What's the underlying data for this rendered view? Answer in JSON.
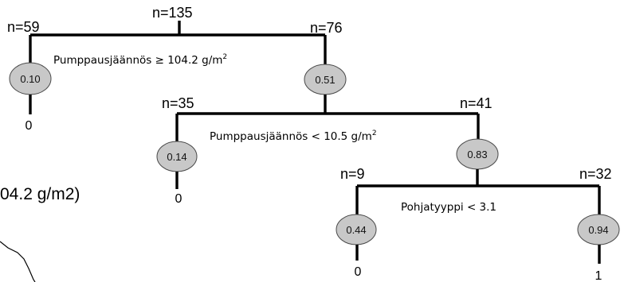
{
  "tree": {
    "root": {
      "count": "n=135",
      "split": "Pumppausjäännös ≥ 104.2 g/m",
      "split_sup": "2",
      "left": {
        "count": "n=59",
        "value": "0.10",
        "class": "0"
      },
      "right": {
        "count": "n=76",
        "value": "0.51",
        "split": "Pumppausjäännös < 10.5 g/m",
        "split_sup": "2",
        "left": {
          "count": "n=35",
          "value": "0.14",
          "class": "0"
        },
        "right": {
          "count": "n=41",
          "value": "0.83",
          "split": "Pohjatyyppi < 3.1",
          "left": {
            "count": "n=9",
            "value": "0.44",
            "class": "0"
          },
          "right": {
            "count": "n=32",
            "value": "0.94",
            "class": "1"
          }
        }
      }
    }
  },
  "background_fragment": {
    "text": "04.2 g/m2)"
  }
}
